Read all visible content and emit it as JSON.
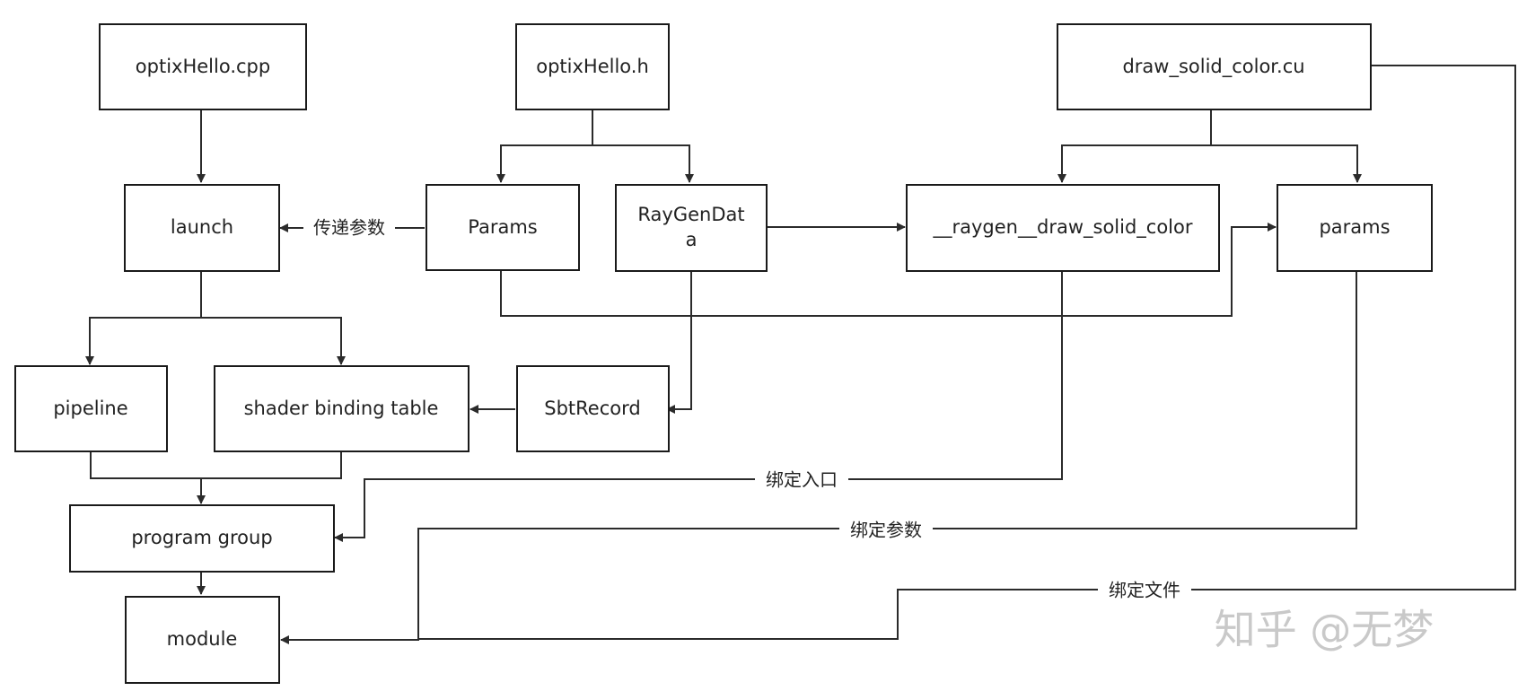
{
  "nodes": {
    "optixhello_cpp": "optixHello.cpp",
    "optixhello_h": "optixHello.h",
    "draw_solid_color_cu": "draw_solid_color.cu",
    "launch": "launch",
    "params_struct": "Params",
    "raygendata_line1": "RayGenDat",
    "raygendata_line2": "a",
    "raygen_draw_solid_color": "__raygen__draw_solid_color",
    "params_var": "params",
    "pipeline": "pipeline",
    "shader_binding_table": "shader binding table",
    "sbtrecord": "SbtRecord",
    "program_group": "program group",
    "module": "module"
  },
  "edges": {
    "pass_params": "传递参数",
    "bind_entry": "绑定入口",
    "bind_params": "绑定参数",
    "bind_file": "绑定文件"
  },
  "watermark": "知乎 @无梦"
}
